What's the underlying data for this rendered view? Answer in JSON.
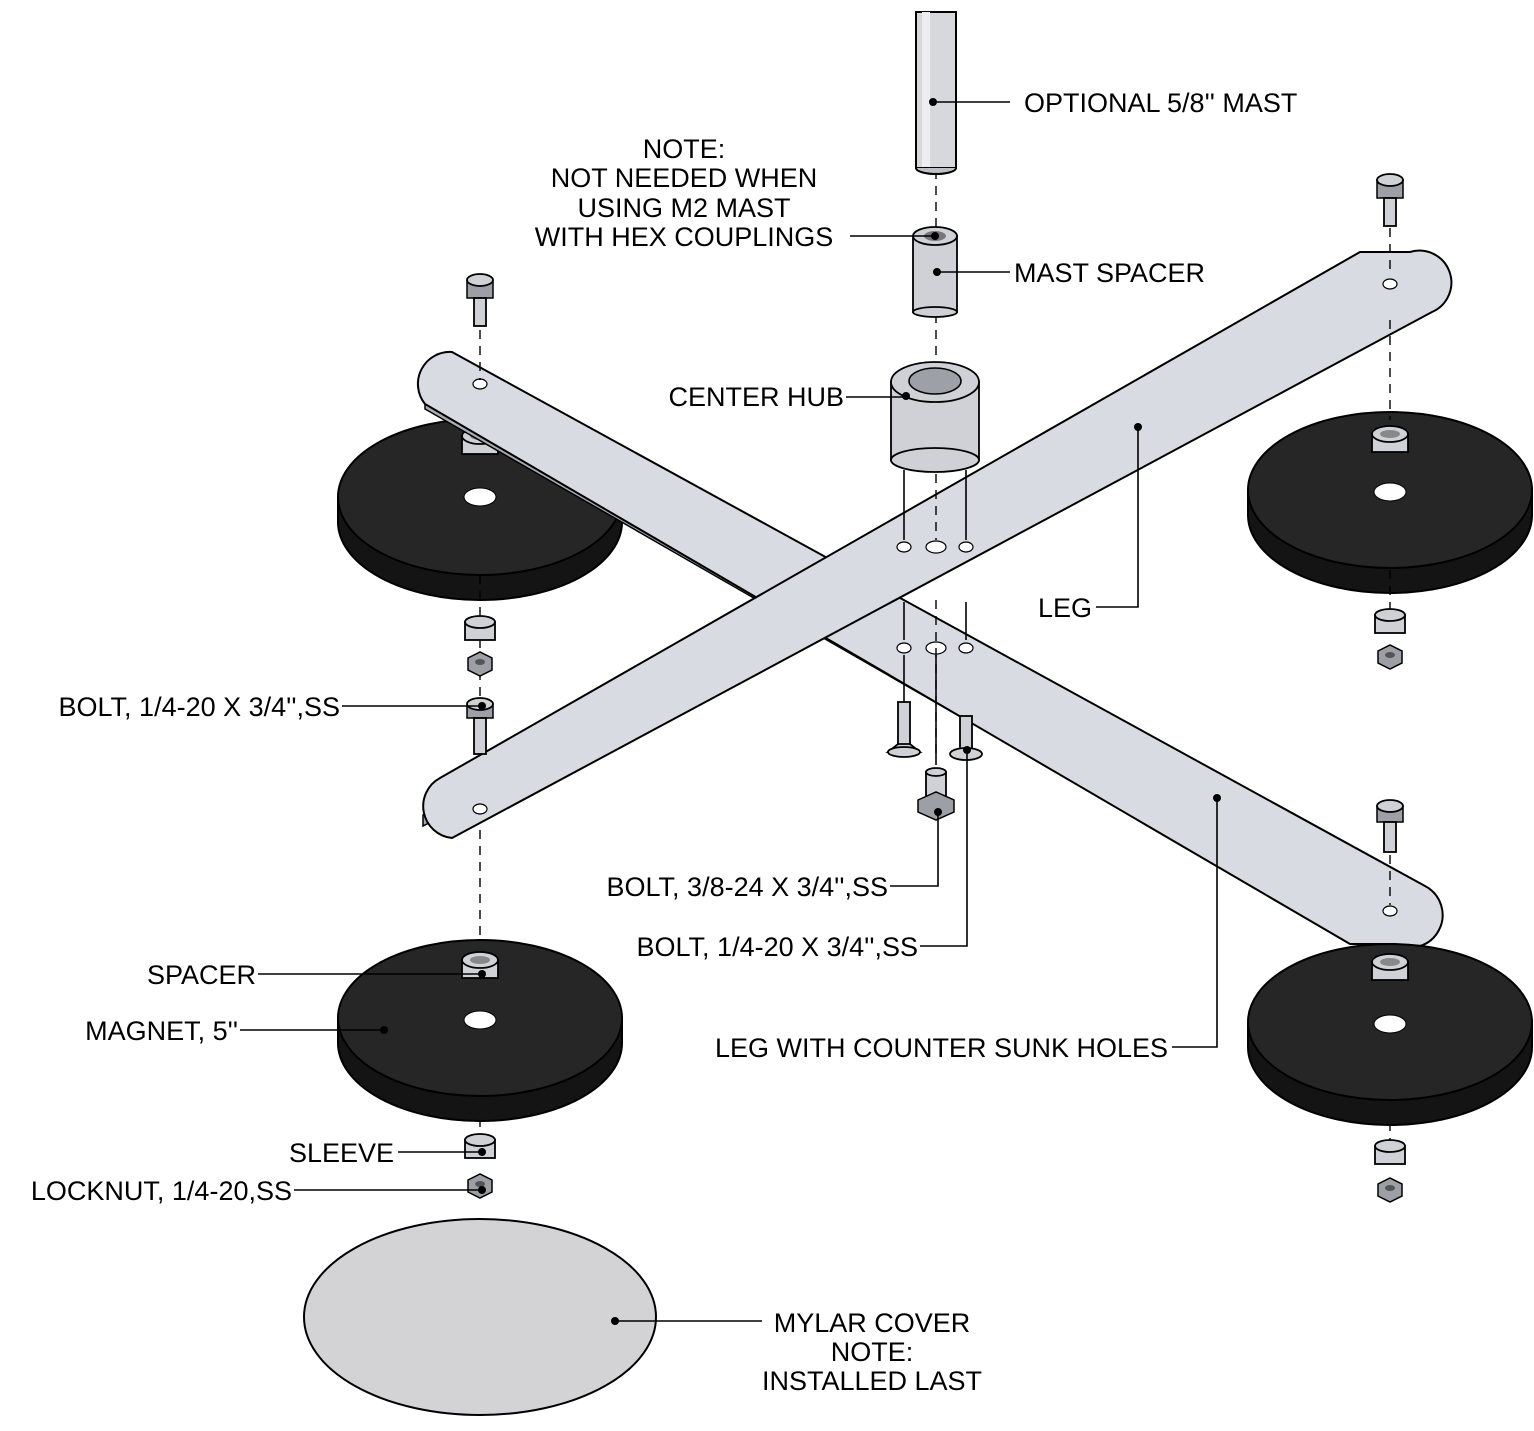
{
  "labels": {
    "mast": "OPTIONAL 5/8'' MAST",
    "note1": "NOTE:",
    "note2": "NOT NEEDED WHEN",
    "note3": "USING M2 MAST",
    "note4": "WITH HEX COUPLINGS",
    "mast_spacer": "MAST SPACER",
    "center_hub": "CENTER HUB",
    "leg": "LEG",
    "bolt_top": "BOLT, 1/4-20 X 3/4'',SS",
    "bolt_38": "BOLT, 3/8-24 X 3/4'',SS",
    "bolt_cs": "BOLT, 1/4-20 X 3/4'',SS",
    "spacer": "SPACER",
    "magnet": "MAGNET, 5''",
    "leg_cs": "LEG WITH COUNTER SUNK HOLES",
    "sleeve": "SLEEVE",
    "locknut": "LOCKNUT, 1/4-20,SS",
    "mylar1": "MYLAR COVER",
    "mylar2": "NOTE:",
    "mylar3": "INSTALLED LAST"
  },
  "colors": {
    "leg_plate": "#d9dbe3",
    "magnet": "#1a1a1a",
    "metal": "#cfd1d6",
    "mylar": "#d3d3d6"
  }
}
